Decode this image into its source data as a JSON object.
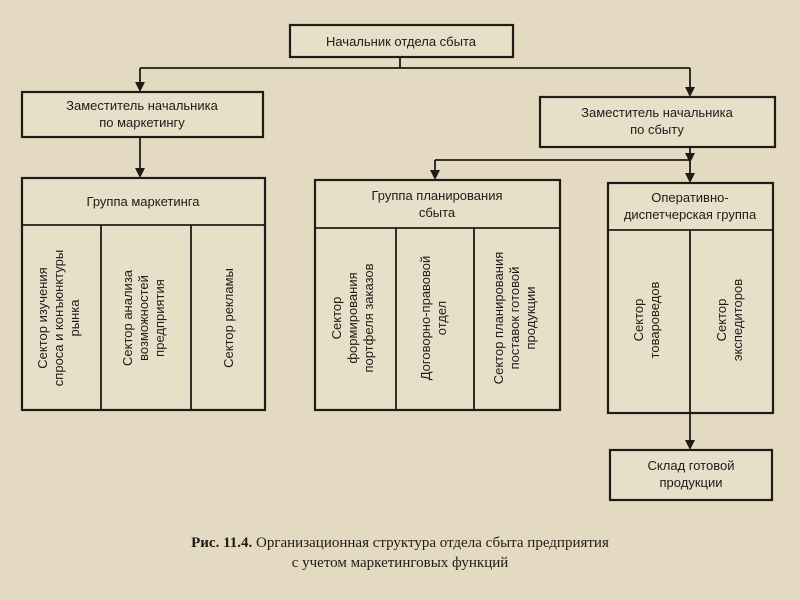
{
  "head": "Начальник отдела сбыта",
  "deputy_marketing": [
    "Заместитель начальника",
    "по маркетингу"
  ],
  "deputy_sales": [
    "Заместитель начальника",
    "по сбыту"
  ],
  "marketing_group": {
    "title": "Группа маркетинга",
    "sectors": [
      [
        "Сектор изучения",
        "спроса и конъюнктуры",
        "рынка"
      ],
      [
        "Сектор анализа",
        "возможностей",
        "предприятия"
      ],
      [
        "Сектор рекламы"
      ]
    ]
  },
  "planning_group": {
    "title": [
      "Группа планирования",
      "сбыта"
    ],
    "sectors": [
      [
        "Сектор",
        "формирования",
        "портфеля заказов"
      ],
      [
        "Договорно-правовой",
        "отдел"
      ],
      [
        "Сектор планирования",
        "поставок готовой",
        "продукции"
      ]
    ]
  },
  "operational_group": {
    "title": [
      "Оперативно-",
      "диспетчерская группа"
    ],
    "sectors": [
      [
        "Сектор",
        "товароведов"
      ],
      [
        "Сектор",
        "экспедиторов"
      ]
    ]
  },
  "warehouse": [
    "Склад готовой",
    "продукции"
  ],
  "caption": {
    "label": "Рис. 11.4.",
    "line1": "Организационная структура отдела сбыта предприятия",
    "line2": "с учетом маркетинговых функций"
  }
}
